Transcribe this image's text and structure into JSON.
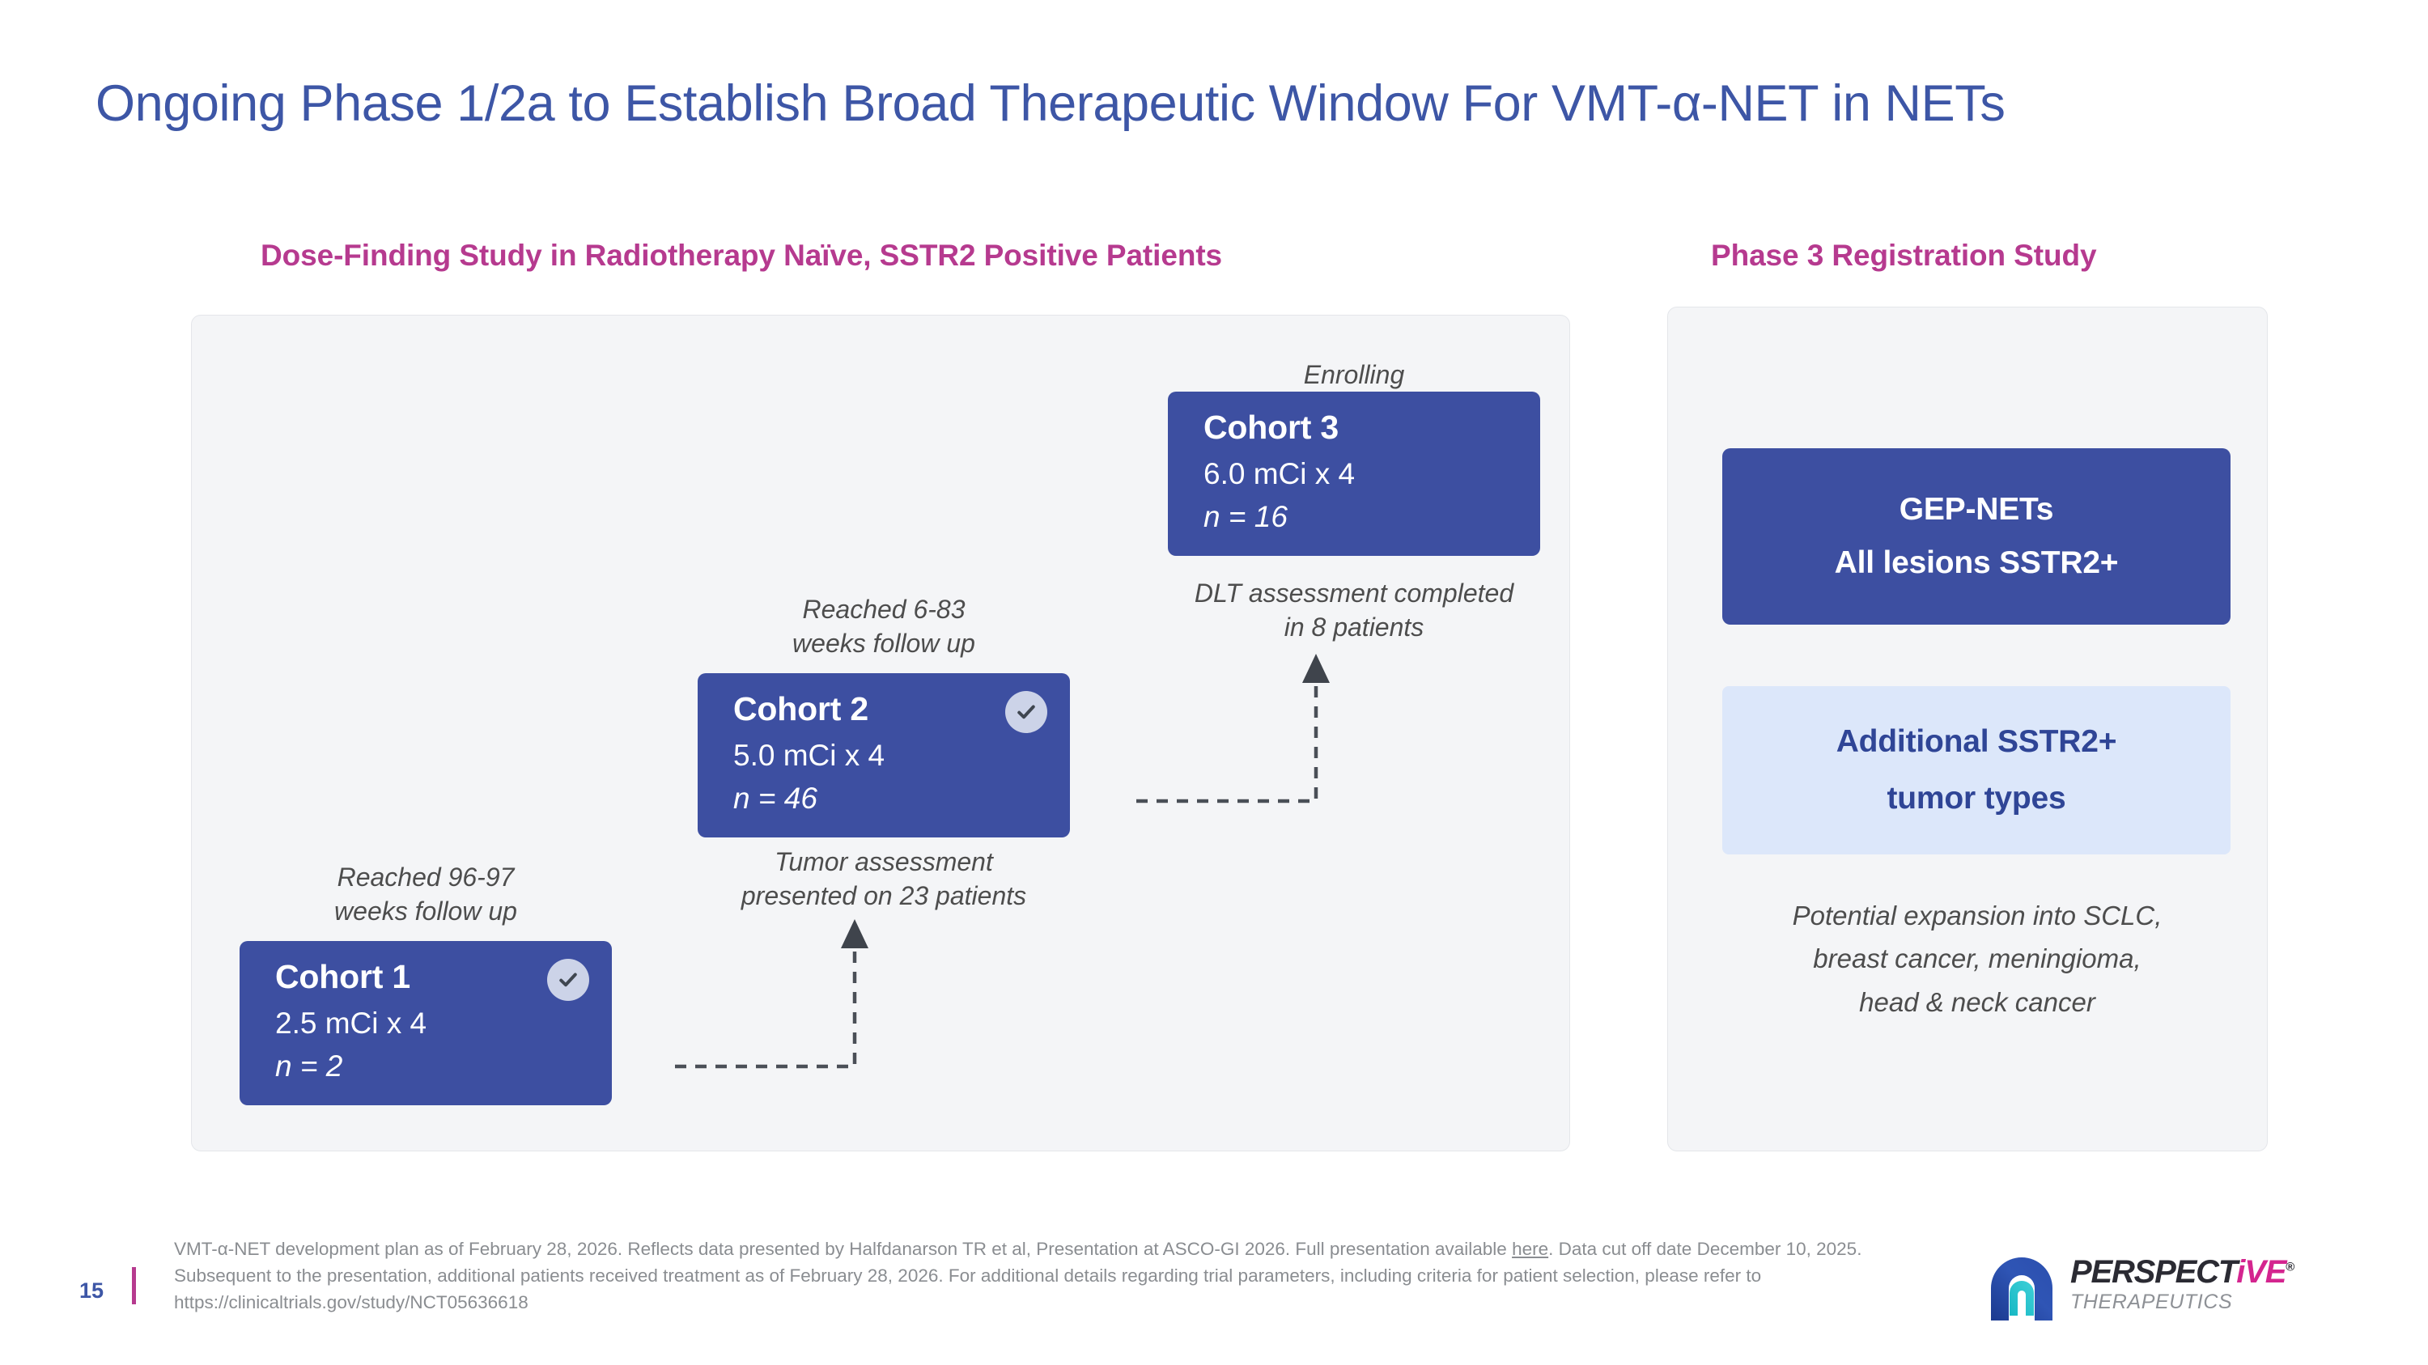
{
  "slide": {
    "title": "Ongoing Phase 1/2a to Establish Broad Therapeutic Window For VMT-α-NET in NETs",
    "page_number": "15"
  },
  "colors": {
    "title_blue": "#3d56a6",
    "header_magenta": "#b63a8f",
    "box_blue": "#3d4fa1",
    "box_light_blue": "#dce7fa",
    "panel_bg": "#f4f5f7",
    "footnote_gray": "#8a8d91"
  },
  "left_panel": {
    "header": "Dose-Finding Study in Radiotherapy Naïve, SSTR2 Positive Patients",
    "cohorts": [
      {
        "id": "cohort-1",
        "title": "Cohort 1",
        "dose": "2.5 mCi x 4",
        "n": "n = 2",
        "completed": true,
        "label_above": "Reached 96-97\nweeks follow up",
        "label_below": ""
      },
      {
        "id": "cohort-2",
        "title": "Cohort 2",
        "dose": "5.0 mCi x 4",
        "n": "n = 46",
        "completed": true,
        "label_above": "Reached 6-83\nweeks follow up",
        "label_below": "Tumor assessment\npresented on 23 patients"
      },
      {
        "id": "cohort-3",
        "title": "Cohort 3",
        "dose": "6.0 mCi x 4",
        "n": "n = 16",
        "completed": false,
        "label_above": "Enrolling",
        "label_below": "DLT assessment completed\nin 8 patients"
      }
    ]
  },
  "right_panel": {
    "header": "Phase 3 Registration Study",
    "primary_box": {
      "line1": "GEP-NETs",
      "line2": "All lesions SSTR2+"
    },
    "secondary_box": {
      "line1": "Additional SSTR2+",
      "line2": "tumor types"
    },
    "note": "Potential expansion into SCLC,\nbreast cancer, meningioma,\nhead & neck cancer"
  },
  "footnote": {
    "part1": "VMT-α-NET development plan as of February 28, 2026. Reflects data presented by Halfdanarson TR et al, Presentation at ASCO-GI 2026. Full presentation available ",
    "link": "here",
    "part2": ". Data cut off date December 10, 2025. Subsequent to the presentation, additional patients received treatment as of February 28, 2026. For additional details regarding trial parameters, including criteria for patient selection, please refer to https://clinicaltrials.gov/study/NCT05636618"
  },
  "logo": {
    "word_part1": "PERSPECT",
    "word_i": "i",
    "word_part2": "VE",
    "registered": "®",
    "subtitle": "THERAPEUTICS"
  }
}
